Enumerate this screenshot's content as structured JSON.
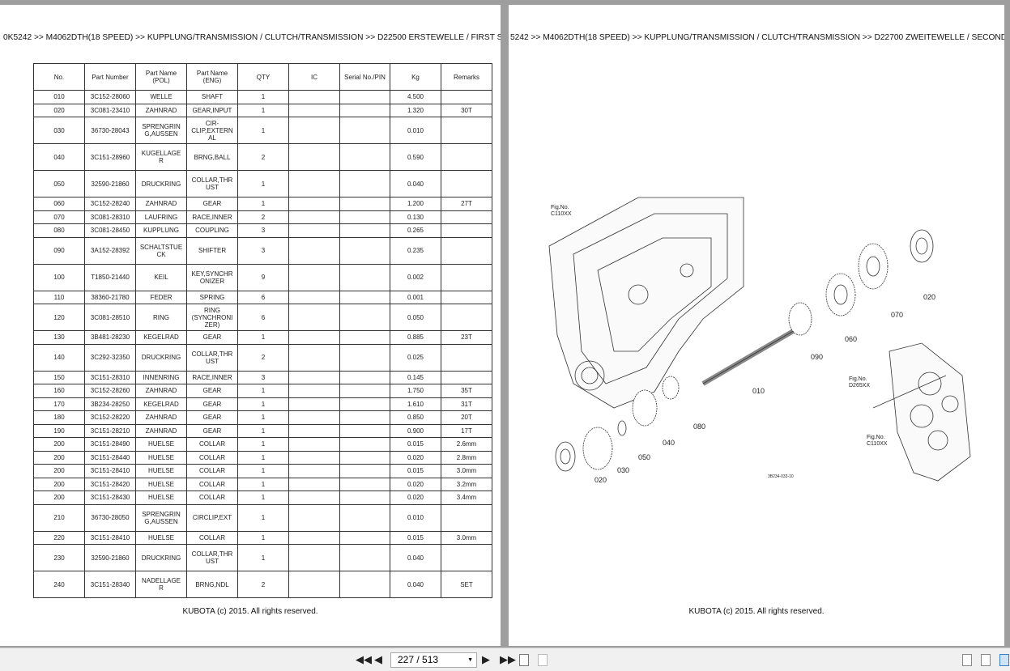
{
  "left_page": {
    "breadcrumb": "0K5242 >> M4062DTH(18 SPEED) >> KUPPLUNG/TRANSMISSION / CLUTCH/TRANSMISSION >> D22500   ERSTEWELLE / FIRST S",
    "columns": [
      "No.",
      "Part Number",
      "Part Name\n(POL)",
      "Part Name\n(ENG)",
      "QTY",
      "IC",
      "Serial No./PIN",
      "Kg",
      "Remarks"
    ],
    "rows": [
      [
        "010",
        "3C152-28060",
        "WELLE",
        "SHAFT",
        "1",
        "",
        "",
        "4.500",
        ""
      ],
      [
        "020",
        "3C081-23410",
        "ZAHNRAD",
        "GEAR,INPUT",
        "1",
        "",
        "",
        "1.320",
        "30T"
      ],
      [
        "030",
        "36730-28043",
        "SPRENGRIN\nG,AUSSEN",
        "CIR-\nCLIP,EXTERN\nAL",
        "1",
        "",
        "",
        "0.010",
        ""
      ],
      [
        "040",
        "3C151-28960",
        "KUGELLAGE\nR",
        "BRNG,BALL",
        "2",
        "",
        "",
        "0.590",
        ""
      ],
      [
        "050",
        "32590-21860",
        "DRUCKRING",
        "COLLAR,THR\nUST",
        "1",
        "",
        "",
        "0.040",
        ""
      ],
      [
        "060",
        "3C152-28240",
        "ZAHNRAD",
        "GEAR",
        "1",
        "",
        "",
        "1.200",
        "27T"
      ],
      [
        "070",
        "3C081-28310",
        "LAUFRING",
        "RACE,INNER",
        "2",
        "",
        "",
        "0.130",
        ""
      ],
      [
        "080",
        "3C081-28450",
        "KUPPLUNG",
        "COUPLING",
        "3",
        "",
        "",
        "0.265",
        ""
      ],
      [
        "090",
        "3A152-28392",
        "SCHALTSTUE\nCK",
        "SHIFTER",
        "3",
        "",
        "",
        "0.235",
        ""
      ],
      [
        "100",
        "T1850-21440",
        "KEIL",
        "KEY,SYNCHR\nONIZER",
        "9",
        "",
        "",
        "0.002",
        ""
      ],
      [
        "110",
        "38360-21780",
        "FEDER",
        "SPRING",
        "6",
        "",
        "",
        "0.001",
        ""
      ],
      [
        "120",
        "3C081-28510",
        "RING",
        "RING\n(SYNCHRONI\nZER)",
        "6",
        "",
        "",
        "0.050",
        ""
      ],
      [
        "130",
        "3B481-28230",
        "KEGELRAD",
        "GEAR",
        "1",
        "",
        "",
        "0.885",
        "23T"
      ],
      [
        "140",
        "3C292-32350",
        "DRUCKRING",
        "COLLAR,THR\nUST",
        "2",
        "",
        "",
        "0.025",
        ""
      ],
      [
        "150",
        "3C151-28310",
        "INNENRING",
        "RACE,INNER",
        "3",
        "",
        "",
        "0.145",
        ""
      ],
      [
        "160",
        "3C152-28260",
        "ZAHNRAD",
        "GEAR",
        "1",
        "",
        "",
        "1.750",
        "35T"
      ],
      [
        "170",
        "3B234-28250",
        "KEGELRAD",
        "GEAR",
        "1",
        "",
        "",
        "1.610",
        "31T"
      ],
      [
        "180",
        "3C152-28220",
        "ZAHNRAD",
        "GEAR",
        "1",
        "",
        "",
        "0.850",
        "20T"
      ],
      [
        "190",
        "3C151-28210",
        "ZAHNRAD",
        "GEAR",
        "1",
        "",
        "",
        "0.900",
        "17T"
      ],
      [
        "200",
        "3C151-28490",
        "HUELSE",
        "COLLAR",
        "1",
        "",
        "",
        "0.015",
        "2.6mm"
      ],
      [
        "200",
        "3C151-28440",
        "HUELSE",
        "COLLAR",
        "1",
        "",
        "",
        "0.020",
        "2.8mm"
      ],
      [
        "200",
        "3C151-28410",
        "HUELSE",
        "COLLAR",
        "1",
        "",
        "",
        "0.015",
        "3.0mm"
      ],
      [
        "200",
        "3C151-28420",
        "HUELSE",
        "COLLAR",
        "1",
        "",
        "",
        "0.020",
        "3.2mm"
      ],
      [
        "200",
        "3C151-28430",
        "HUELSE",
        "COLLAR",
        "1",
        "",
        "",
        "0.020",
        "3.4mm"
      ],
      [
        "210",
        "36730-28050",
        "SPRENGRIN\nG,AUSSEN",
        "CIRCLIP,EXT",
        "1",
        "",
        "",
        "0.010",
        ""
      ],
      [
        "220",
        "3C151-28410",
        "HUELSE",
        "COLLAR",
        "1",
        "",
        "",
        "0.015",
        "3.0mm"
      ],
      [
        "230",
        "32590-21860",
        "DRUCKRING",
        "COLLAR,THR\nUST",
        "1",
        "",
        "",
        "0.040",
        ""
      ],
      [
        "240",
        "3C151-28340",
        "NADELLAGE\nR",
        "BRNG,NDL",
        "2",
        "",
        "",
        "0.040",
        "SET"
      ]
    ],
    "footer": "KUBOTA (c) 2015. All rights reserved."
  },
  "right_page": {
    "breadcrumb": "5242 >> M4062DTH(18 SPEED) >> KUPPLUNG/TRANSMISSION / CLUTCH/TRANSMISSION >> D22700   ZWEITEWELLE / SECOND",
    "diagram": {
      "fig_top": "Fig.No.\nC110XX",
      "fig_mid": "Fig.No.\nD265XX",
      "fig_bottom": "Fig.No.\nC110XX",
      "labels": [
        "020",
        "070",
        "060",
        "090",
        "010",
        "080",
        "040",
        "050",
        "030",
        "020"
      ],
      "drawing_id": "3B234-033-10"
    },
    "footer": "KUBOTA (c) 2015. All rights reserved."
  },
  "toolbar": {
    "page_value": "227 / 513"
  }
}
